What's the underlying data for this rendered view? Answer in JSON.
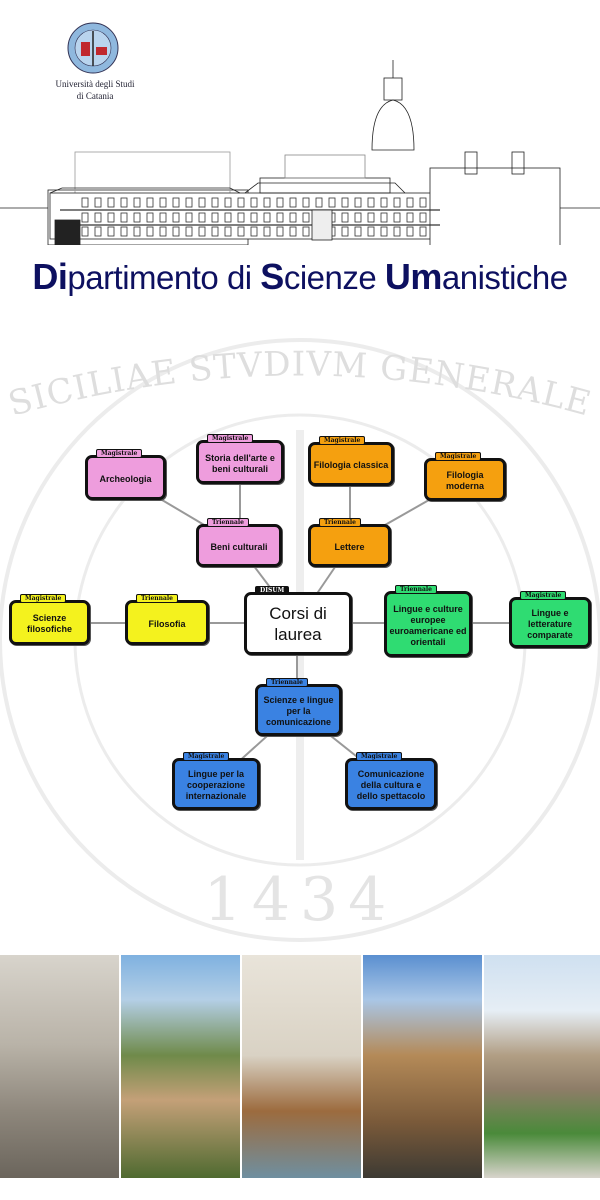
{
  "header": {
    "university_line1": "Università degli Studi",
    "university_line2": "di Catania",
    "title_parts": [
      {
        "text": "Di",
        "bold": true
      },
      {
        "text": "partimento di ",
        "bold": false
      },
      {
        "text": "S",
        "bold": true
      },
      {
        "text": "cienze ",
        "bold": false
      },
      {
        "text": "Um",
        "bold": true
      },
      {
        "text": "anistiche",
        "bold": false
      }
    ]
  },
  "watermark": {
    "ring_text": "SICILIAE STVDIVM GENERALE",
    "year": "1434"
  },
  "colors": {
    "title": "#0d1060",
    "pink": "#ee9ddd",
    "orange": "#f5a00f",
    "yellow": "#f4f21e",
    "green": "#2fdc72",
    "blue": "#3a82e2"
  },
  "diagram": {
    "center": {
      "tag": "DISUM",
      "label_line1": "Corsi di",
      "label_line2": "laurea"
    },
    "nodes": {
      "archeologia": {
        "tag": "Magistrale",
        "label": "Archeologia"
      },
      "storia_arte": {
        "tag": "Magistrale",
        "label": "Storia dell'arte e beni culturali"
      },
      "filologia_classica": {
        "tag": "Magistrale",
        "label": "Filologia classica"
      },
      "filologia_moderna": {
        "tag": "Magistrale",
        "label": "Filologia moderna"
      },
      "beni_culturali": {
        "tag": "Triennale",
        "label": "Beni culturali"
      },
      "lettere": {
        "tag": "Triennale",
        "label": "Lettere"
      },
      "scienze_filosofiche": {
        "tag": "Magistrale",
        "label": "Scienze filosofiche"
      },
      "filosofia": {
        "tag": "Triennale",
        "label": "Filosofia"
      },
      "lingue_culture": {
        "tag": "Triennale",
        "label": "Lingue e culture europee euroamericane ed orientali"
      },
      "lingue_letterature": {
        "tag": "Magistrale",
        "label": "Lingue e letterature comparate"
      },
      "scienze_lingue": {
        "tag": "Triennale",
        "label": "Scienze e lingue per la comunicazione"
      },
      "lingue_cooperazione": {
        "tag": "Magistrale",
        "label": "Lingue per la cooperazione internazionale"
      },
      "comunicazione": {
        "tag": "Magistrale",
        "label": "Comunicazione della cultura e dello spettacolo"
      }
    }
  }
}
